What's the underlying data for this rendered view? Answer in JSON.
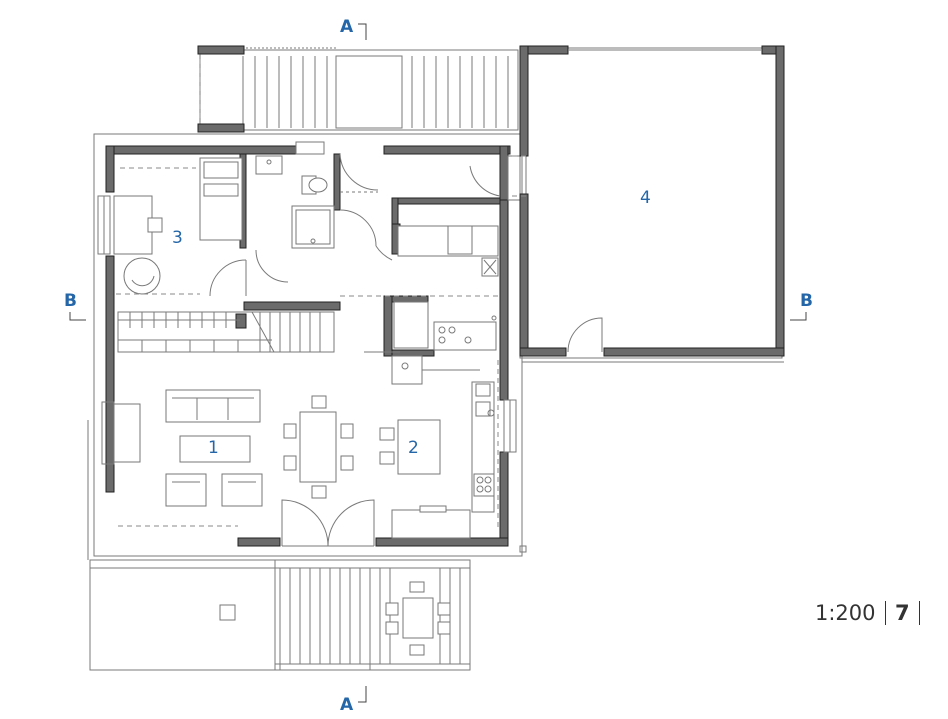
{
  "section_marks": {
    "a_top": "A",
    "a_bottom": "A",
    "b_left": "B",
    "b_right": "B"
  },
  "rooms": [
    {
      "id": "living",
      "label": "1"
    },
    {
      "id": "kitchen",
      "label": "2"
    },
    {
      "id": "bedroom",
      "label": "3"
    },
    {
      "id": "garage",
      "label": "4"
    }
  ],
  "scale": "1:200",
  "page_number": "7",
  "colors": {
    "label_blue": "#2466a8",
    "wall_fill": "#6b6b6b"
  }
}
